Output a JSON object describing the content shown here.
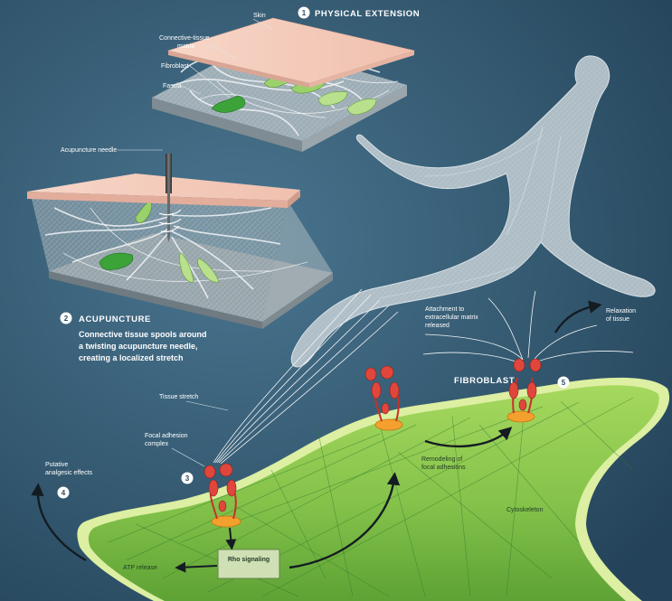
{
  "panels": {
    "physical_extension": {
      "number": "1",
      "heading": "PHYSICAL EXTENSION",
      "labels": {
        "skin": "Skin",
        "matrix": "Connective-tissue matrix",
        "fibroblast": "Fibroblast",
        "fascia": "Fascia"
      }
    },
    "acupuncture": {
      "number": "2",
      "heading": "ACUPUNCTURE",
      "needle_label": "Acupuncture needle",
      "description_lines": [
        "Connective tissue spools around",
        "a twisting acupuncture needle,",
        "creating a localized stretch"
      ]
    }
  },
  "cell": {
    "title": "FIBROBLAST",
    "labels": {
      "tissue_stretch": "Tissue stretch",
      "focal_adhesion": "Focal adhesion complex",
      "attachment": "Attachment to extracellular matrix released",
      "relaxation": "Relaxation of tissue",
      "putative": "Putative analgesic effects",
      "remodeling": "Remodeling of focal adhesions",
      "cytoskeleton": "Cytoskeleton",
      "rho": "Rho signaling",
      "atp": "ATP release"
    },
    "steps": [
      "3",
      "4",
      "5"
    ]
  },
  "colors": {
    "background": "#345a72",
    "skin": "#f4cbbd",
    "cell": "#8cc94e",
    "cell_rim": "#d6ec9e",
    "integrin": "#e0463c",
    "adhesion_base": "#f3a02e"
  }
}
